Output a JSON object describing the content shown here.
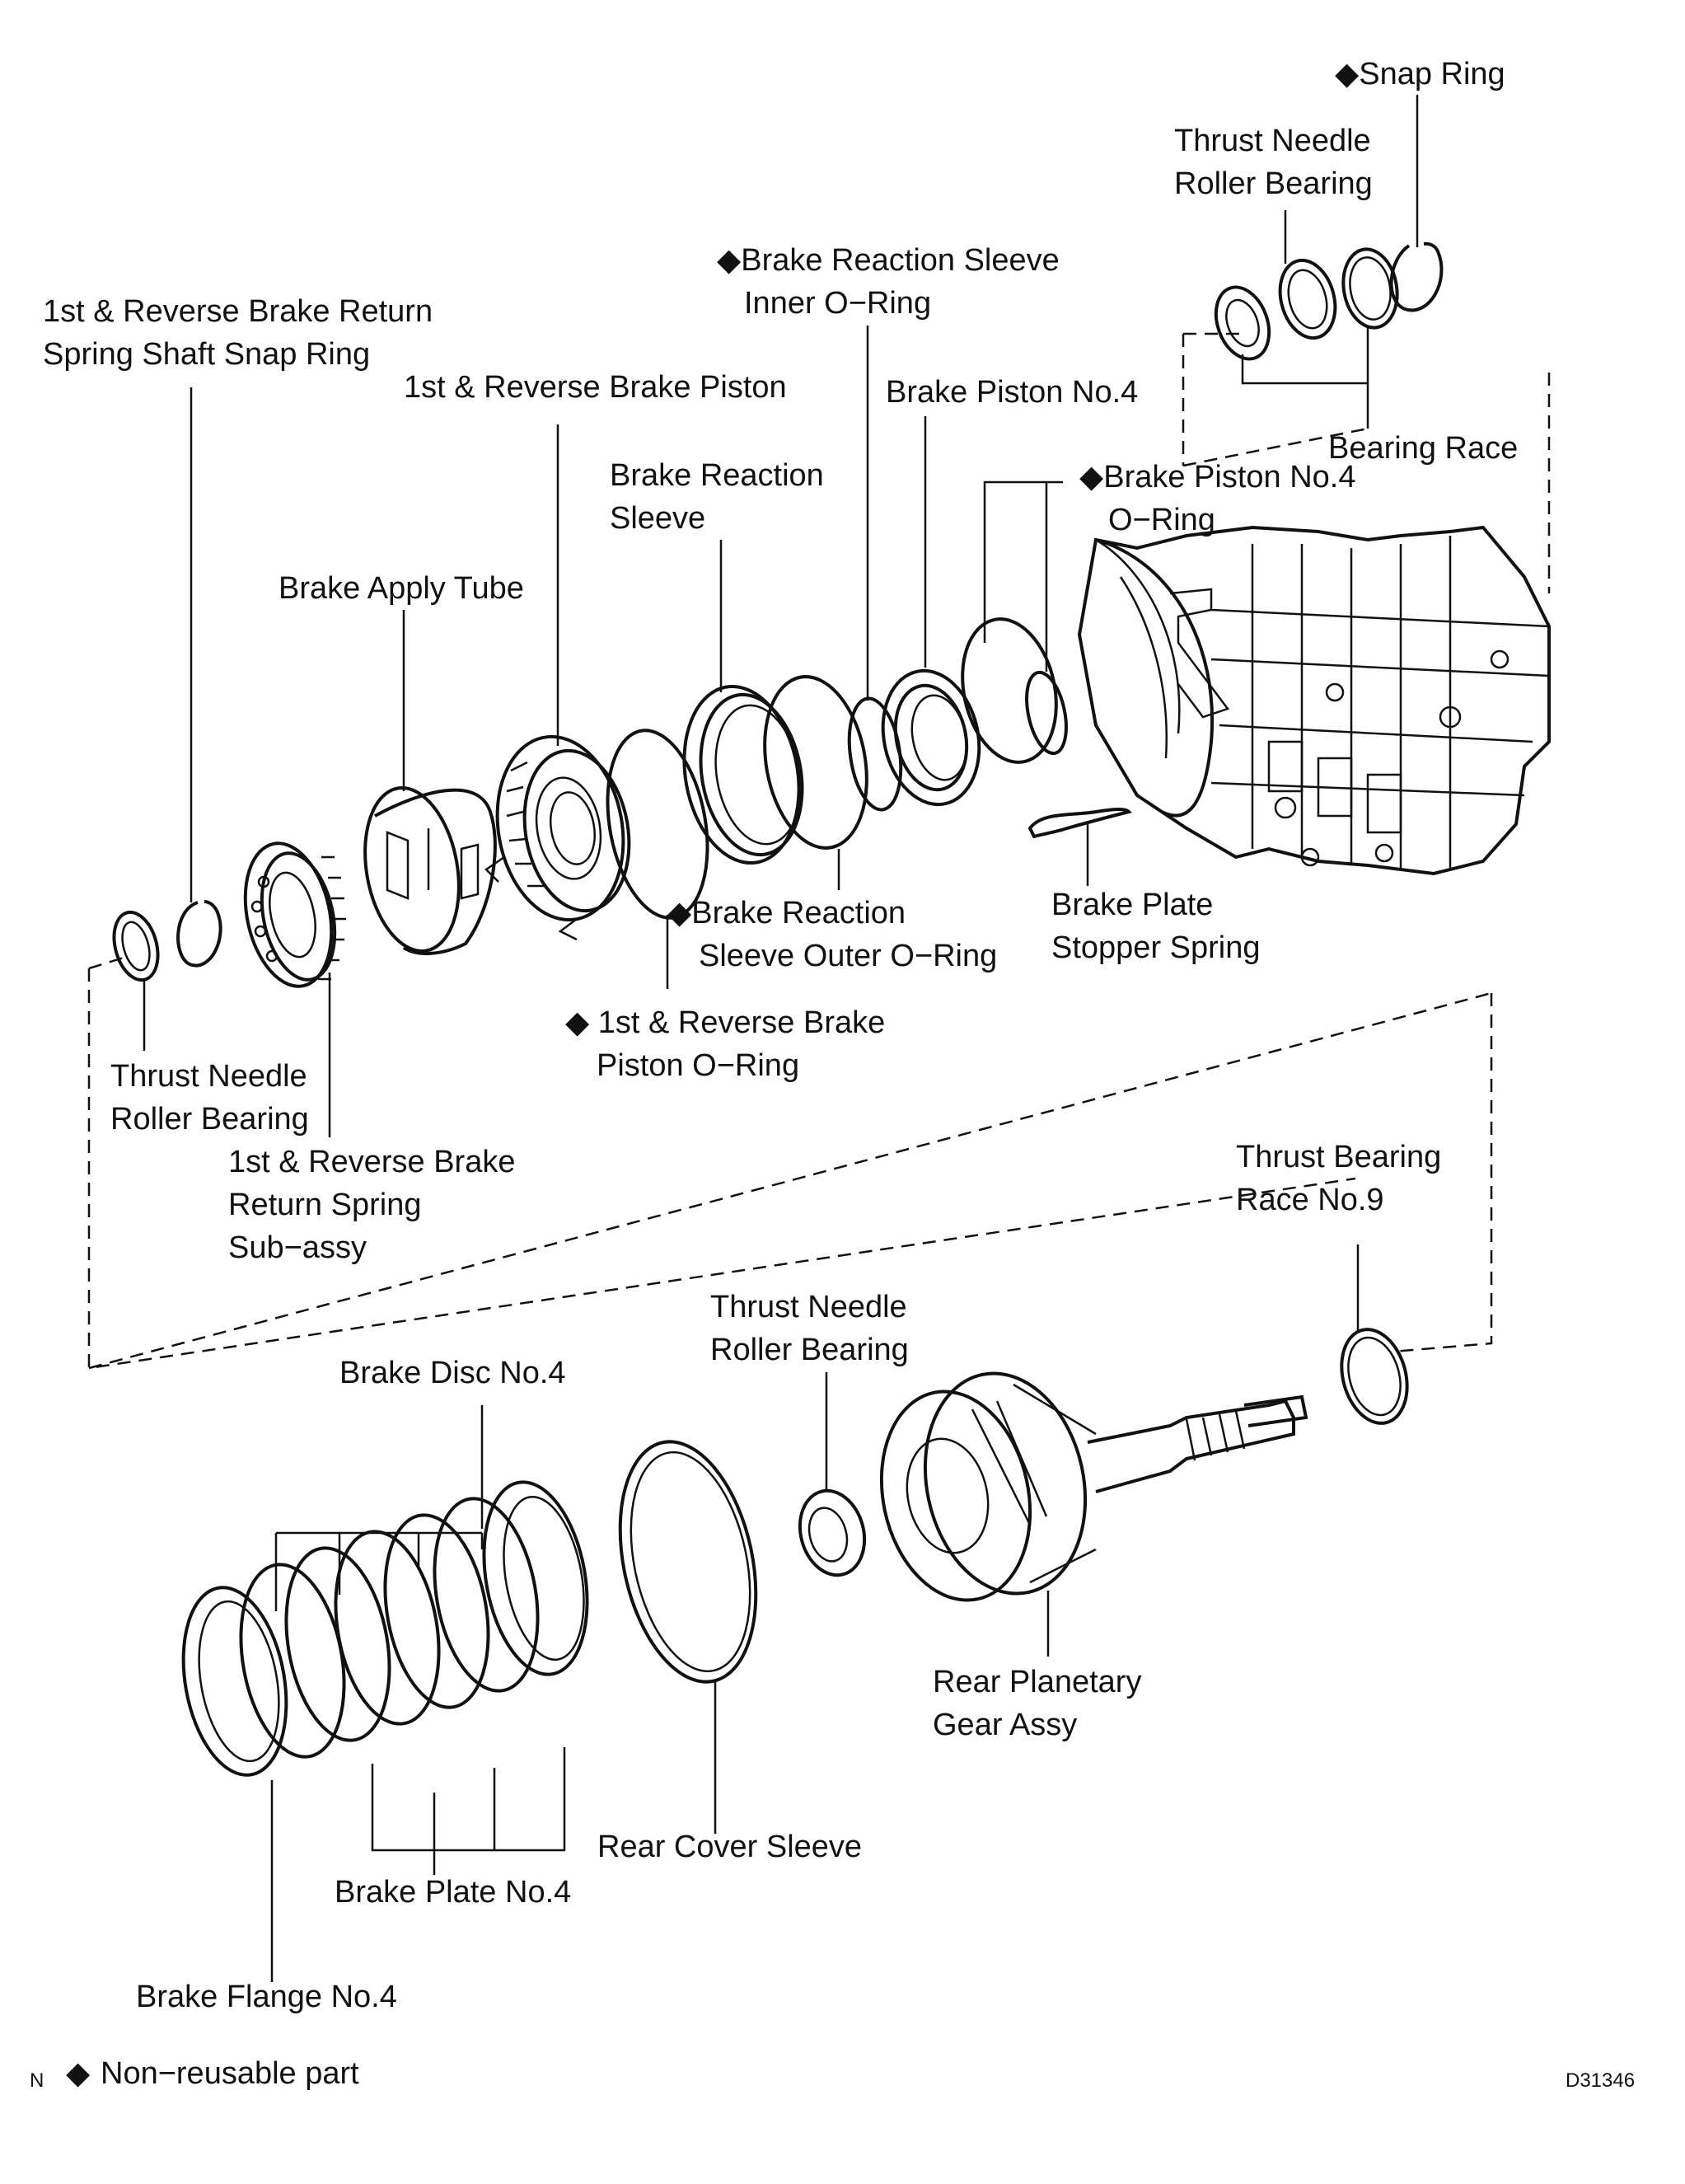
{
  "labels": {
    "snap_ring": "◆Snap Ring",
    "top_bearing_1": "Thrust Needle",
    "top_bearing_2": "Roller Bearing",
    "inner_oring_1": "◆Brake Reaction Sleeve",
    "inner_oring_2": "Inner O−Ring",
    "return_snap_1": "1st & Reverse Brake Return",
    "return_snap_2": "Spring Shaft Snap Ring",
    "piston": "1st & Reverse Brake Piston",
    "piston_no4": "Brake Piston No.4",
    "bearing_race": "Bearing Race",
    "reaction_sleeve_1": "Brake Reaction",
    "reaction_sleeve_2": "Sleeve",
    "piston_no4_oring_1": "◆Brake Piston No.4",
    "piston_no4_oring_2": "O−Ring",
    "apply_tube": "Brake Apply Tube",
    "outer_oring_1": "◆Brake Reaction",
    "outer_oring_2": "Sleeve Outer O−Ring",
    "stopper_1": "Brake Plate",
    "stopper_2": "Stopper Spring",
    "piston_oring_1": "◆ 1st & Reverse Brake",
    "piston_oring_2": "Piston O−Ring",
    "left_bearing_1": "Thrust Needle",
    "left_bearing_2": "Roller Bearing",
    "return_spring_1": "1st & Reverse Brake",
    "return_spring_2": "Return Spring",
    "return_spring_3": "Sub−assy",
    "race_no9_1": "Thrust Bearing",
    "race_no9_2": "Race No.9",
    "mid_bearing_1": "Thrust Needle",
    "mid_bearing_2": "Roller Bearing",
    "disc_no4": "Brake Disc No.4",
    "planetary_1": "Rear Planetary",
    "planetary_2": "Gear Assy",
    "rear_cover": "Rear Cover Sleeve",
    "plate_no4": "Brake Plate No.4",
    "flange_no4": "Brake Flange No.4",
    "legend": "Non−reusable part",
    "legend_symbol": "◆",
    "corner_n": "N",
    "figure_code": "D31346"
  }
}
